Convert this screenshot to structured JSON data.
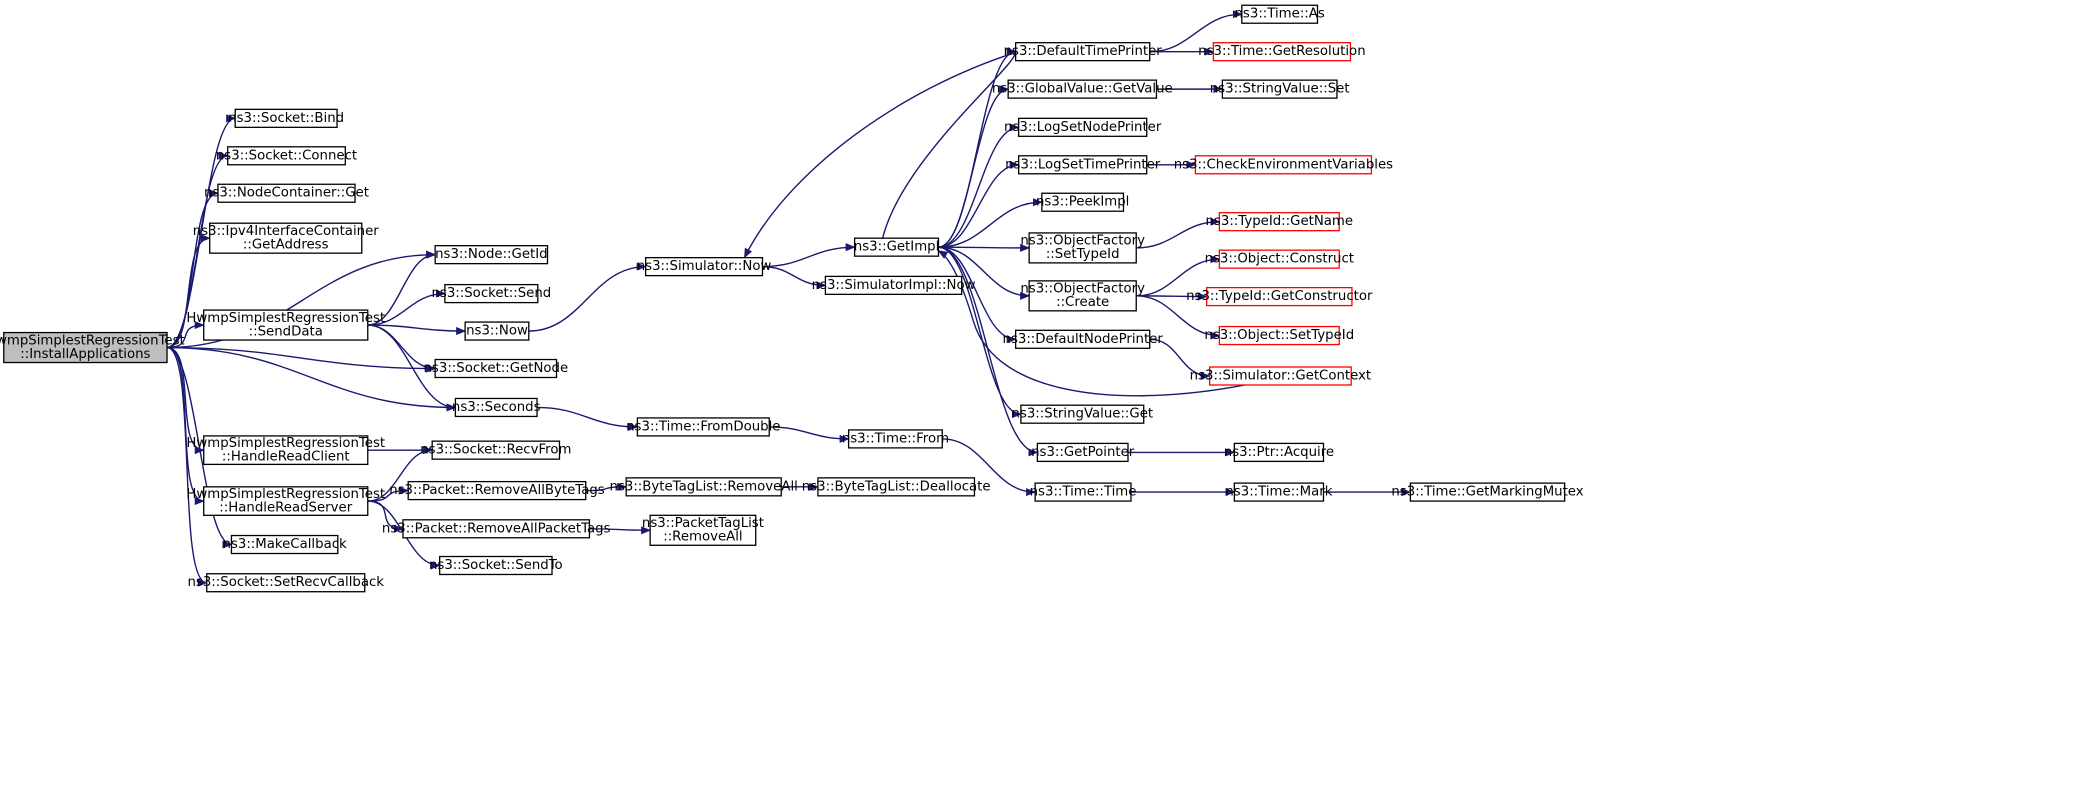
{
  "colors": {
    "edge": "#191970",
    "border": "#000000",
    "truncated_border": "#ff0000",
    "root_fill": "#bfbfbf"
  },
  "nodes": [
    {
      "id": "root",
      "lines": [
        "HwmpSimplestRegressionTest",
        "::InstallApplications"
      ],
      "root": true
    },
    {
      "id": "sockbind",
      "lines": [
        "ns3::Socket::Bind"
      ]
    },
    {
      "id": "sockconnect",
      "lines": [
        "ns3::Socket::Connect"
      ]
    },
    {
      "id": "nodecontget",
      "lines": [
        "ns3::NodeContainer::Get"
      ]
    },
    {
      "id": "ipv4addr",
      "lines": [
        "ns3::Ipv4InterfaceContainer",
        "::GetAddress"
      ]
    },
    {
      "id": "senddata",
      "lines": [
        "HwmpSimplestRegressionTest",
        "::SendData"
      ]
    },
    {
      "id": "handleclient",
      "lines": [
        "HwmpSimplestRegressionTest",
        "::HandleReadClient"
      ]
    },
    {
      "id": "handleserver",
      "lines": [
        "HwmpSimplestRegressionTest",
        "::HandleReadServer"
      ]
    },
    {
      "id": "makecallback",
      "lines": [
        "ns3::MakeCallback"
      ]
    },
    {
      "id": "setrecvcb",
      "lines": [
        "ns3::Socket::SetRecvCallback"
      ]
    },
    {
      "id": "nodegetid",
      "lines": [
        "ns3::Node::GetId"
      ]
    },
    {
      "id": "socksend",
      "lines": [
        "ns3::Socket::Send"
      ]
    },
    {
      "id": "now",
      "lines": [
        "ns3::Now"
      ]
    },
    {
      "id": "sockgetnode",
      "lines": [
        "ns3::Socket::GetNode"
      ]
    },
    {
      "id": "seconds",
      "lines": [
        "ns3::Seconds"
      ]
    },
    {
      "id": "recvfrom",
      "lines": [
        "ns3::Socket::RecvFrom"
      ]
    },
    {
      "id": "rmbytetags",
      "lines": [
        "ns3::Packet::RemoveAllByteTags"
      ]
    },
    {
      "id": "rmpackettags",
      "lines": [
        "ns3::Packet::RemoveAllPacketTags"
      ]
    },
    {
      "id": "sendto",
      "lines": [
        "ns3::Socket::SendTo"
      ]
    },
    {
      "id": "simnow",
      "lines": [
        "ns3::Simulator::Now"
      ]
    },
    {
      "id": "fromdouble",
      "lines": [
        "ns3::Time::FromDouble"
      ]
    },
    {
      "id": "btlremoveall",
      "lines": [
        "ns3::ByteTagList::RemoveAll"
      ]
    },
    {
      "id": "ptlremoveall",
      "lines": [
        "ns3::PacketTagList",
        "::RemoveAll"
      ]
    },
    {
      "id": "getimpl",
      "lines": [
        "ns3::GetImpl"
      ]
    },
    {
      "id": "simimplnow",
      "lines": [
        "ns3::SimulatorImpl::Now"
      ]
    },
    {
      "id": "timefrom",
      "lines": [
        "ns3::Time::From"
      ]
    },
    {
      "id": "btldealloc",
      "lines": [
        "ns3::ByteTagList::Deallocate"
      ]
    },
    {
      "id": "deftimeprinter",
      "lines": [
        "ns3::DefaultTimePrinter"
      ]
    },
    {
      "id": "gvgetvalue",
      "lines": [
        "ns3::GlobalValue::GetValue"
      ]
    },
    {
      "id": "logsetnode",
      "lines": [
        "ns3::LogSetNodePrinter"
      ]
    },
    {
      "id": "logsettime",
      "lines": [
        "ns3::LogSetTimePrinter"
      ]
    },
    {
      "id": "peekimpl",
      "lines": [
        "ns3::PeekImpl"
      ]
    },
    {
      "id": "ofsettypeid",
      "lines": [
        "ns3::ObjectFactory",
        "::SetTypeId"
      ]
    },
    {
      "id": "ofcreate",
      "lines": [
        "ns3::ObjectFactory",
        "::Create"
      ]
    },
    {
      "id": "defnodeprinter",
      "lines": [
        "ns3::DefaultNodePrinter"
      ]
    },
    {
      "id": "svget",
      "lines": [
        "ns3::StringValue::Get"
      ]
    },
    {
      "id": "getpointer",
      "lines": [
        "ns3::GetPointer"
      ]
    },
    {
      "id": "timetime",
      "lines": [
        "ns3::Time::Time"
      ]
    },
    {
      "id": "timeas",
      "lines": [
        "ns3::Time::As"
      ]
    },
    {
      "id": "timegetres",
      "lines": [
        "ns3::Time::GetResolution"
      ],
      "truncated": true
    },
    {
      "id": "svset",
      "lines": [
        "ns3::StringValue::Set"
      ]
    },
    {
      "id": "checkenv",
      "lines": [
        "ns3::CheckEnvironmentVariables"
      ],
      "truncated": true
    },
    {
      "id": "typeidgetname",
      "lines": [
        "ns3::TypeId::GetName"
      ],
      "truncated": true
    },
    {
      "id": "objconstruct",
      "lines": [
        "ns3::Object::Construct"
      ],
      "truncated": true
    },
    {
      "id": "typeidgetctor",
      "lines": [
        "ns3::TypeId::GetConstructor"
      ],
      "truncated": true
    },
    {
      "id": "objsettypeid",
      "lines": [
        "ns3::Object::SetTypeId"
      ],
      "truncated": true
    },
    {
      "id": "simgetcontext",
      "lines": [
        "ns3::Simulator::GetContext"
      ],
      "truncated": true
    },
    {
      "id": "ptracquire",
      "lines": [
        "ns3::Ptr::Acquire"
      ]
    },
    {
      "id": "timemark",
      "lines": [
        "ns3::Time::Mark"
      ]
    },
    {
      "id": "getmarkingmutex",
      "lines": [
        "ns3::Time::GetMarkingMutex"
      ]
    }
  ],
  "edges": [
    [
      "root",
      "sockbind"
    ],
    [
      "root",
      "sockconnect"
    ],
    [
      "root",
      "nodecontget"
    ],
    [
      "root",
      "ipv4addr"
    ],
    [
      "root",
      "nodegetid"
    ],
    [
      "root",
      "senddata"
    ],
    [
      "root",
      "sockgetnode"
    ],
    [
      "root",
      "seconds"
    ],
    [
      "root",
      "handleclient"
    ],
    [
      "root",
      "handleserver"
    ],
    [
      "root",
      "makecallback"
    ],
    [
      "root",
      "setrecvcb"
    ],
    [
      "senddata",
      "nodegetid"
    ],
    [
      "senddata",
      "socksend"
    ],
    [
      "senddata",
      "now"
    ],
    [
      "senddata",
      "sockgetnode"
    ],
    [
      "senddata",
      "seconds"
    ],
    [
      "handleclient",
      "recvfrom"
    ],
    [
      "handleserver",
      "recvfrom"
    ],
    [
      "handleserver",
      "rmbytetags"
    ],
    [
      "handleserver",
      "rmpackettags"
    ],
    [
      "handleserver",
      "sendto"
    ],
    [
      "now",
      "simnow"
    ],
    [
      "seconds",
      "fromdouble"
    ],
    [
      "rmbytetags",
      "btlremoveall"
    ],
    [
      "rmpackettags",
      "ptlremoveall"
    ],
    [
      "simnow",
      "getimpl"
    ],
    [
      "simnow",
      "simimplnow"
    ],
    [
      "fromdouble",
      "timefrom"
    ],
    [
      "btlremoveall",
      "btldealloc"
    ],
    [
      "timefrom",
      "timetime"
    ],
    [
      "getimpl",
      "simnow"
    ],
    [
      "getimpl",
      "deftimeprinter"
    ],
    [
      "getimpl",
      "gvgetvalue"
    ],
    [
      "getimpl",
      "logsetnode"
    ],
    [
      "getimpl",
      "logsettime"
    ],
    [
      "getimpl",
      "peekimpl"
    ],
    [
      "getimpl",
      "ofsettypeid"
    ],
    [
      "getimpl",
      "ofcreate"
    ],
    [
      "getimpl",
      "defnodeprinter"
    ],
    [
      "getimpl",
      "svget"
    ],
    [
      "getimpl",
      "getpointer"
    ],
    [
      "deftimeprinter",
      "timeas"
    ],
    [
      "deftimeprinter",
      "timegetres"
    ],
    [
      "gvgetvalue",
      "svset"
    ],
    [
      "logsettime",
      "checkenv"
    ],
    [
      "ofsettypeid",
      "typeidgetname"
    ],
    [
      "ofcreate",
      "objconstruct"
    ],
    [
      "ofcreate",
      "typeidgetctor"
    ],
    [
      "ofcreate",
      "objsettypeid"
    ],
    [
      "defnodeprinter",
      "simgetcontext"
    ],
    [
      "simgetcontext",
      "getimpl"
    ],
    [
      "getpointer",
      "ptracquire"
    ],
    [
      "timetime",
      "timemark"
    ],
    [
      "timemark",
      "getmarkingmutex"
    ]
  ]
}
